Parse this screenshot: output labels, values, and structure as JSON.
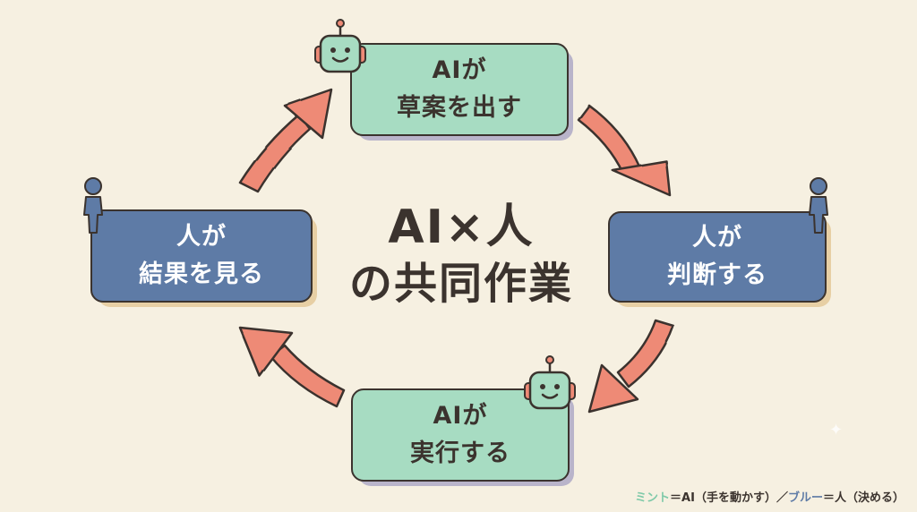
{
  "diagram": {
    "center": {
      "line1": "AI×人",
      "line2": "の共同作業"
    },
    "nodes": {
      "ai_draft": {
        "line1": "AIが",
        "line2": "草案を出す"
      },
      "human_judge": {
        "line1": "人が",
        "line2": "判断する"
      },
      "ai_execute": {
        "line1": "AIが",
        "line2": "実行する"
      },
      "human_review": {
        "line1": "人が",
        "line2": "結果を見る"
      }
    },
    "legend": {
      "mint_label": "ミント",
      "mint_text": "＝AI（手を動かす）",
      "separator": "／",
      "blue_label": "ブルー",
      "blue_text": "＝人（決める）"
    },
    "colors": {
      "background": "#f6f0e1",
      "ai_fill": "#a7dcc2",
      "human_fill": "#5e7ba6",
      "arrow": "#ee8a76",
      "outline": "#3b332e"
    },
    "icons": {
      "ai": "robot-icon",
      "human": "person-icon",
      "arrow": "cycle-arrow"
    }
  }
}
